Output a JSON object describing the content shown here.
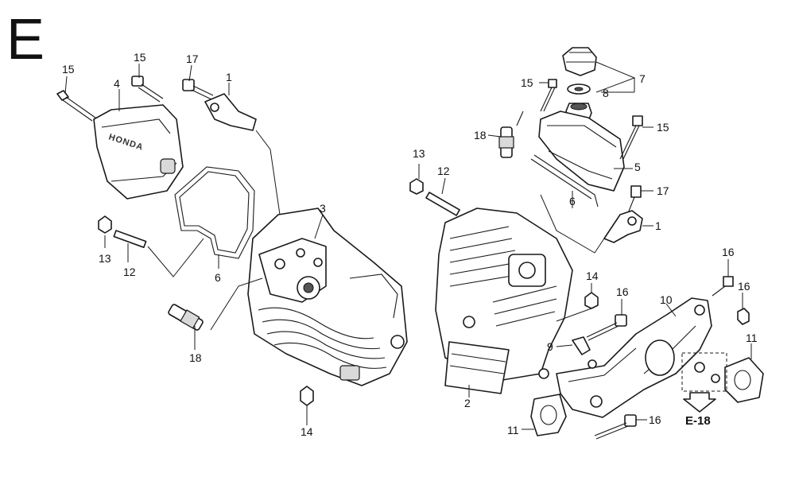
{
  "section_letter": "E",
  "reference": "E-18",
  "brand_mark": "HONDA",
  "callouts": {
    "left": [
      "15",
      "4",
      "15",
      "17",
      "1",
      "3",
      "13",
      "12",
      "6",
      "18",
      "14"
    ],
    "right": [
      "7",
      "8",
      "15",
      "18",
      "15",
      "5",
      "13",
      "12",
      "17",
      "6",
      "1",
      "14",
      "16",
      "16",
      "16",
      "10",
      "9",
      "2",
      "11",
      "11",
      "16"
    ]
  }
}
